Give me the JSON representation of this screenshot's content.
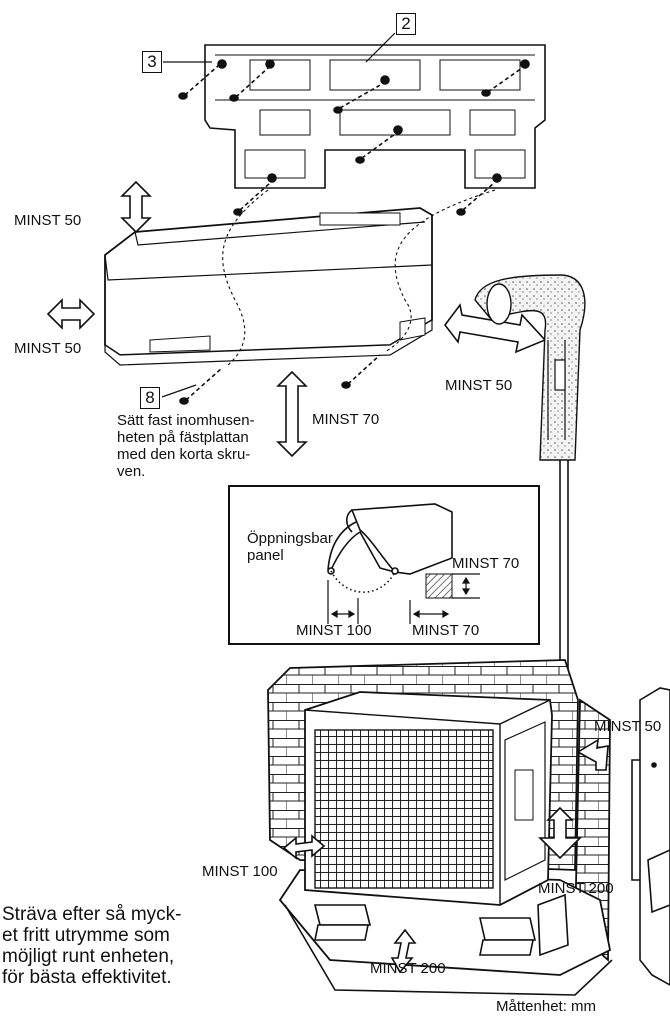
{
  "callouts": {
    "wall_plate": "2",
    "screws": "3",
    "short_screw": "8"
  },
  "clearances": {
    "top": "MINST 50",
    "left": "MINST 50",
    "right_pipe": "MINST 50",
    "below": "MINST 70",
    "panel_right": "MINST 70",
    "panel_bottom_left": "MINST 100",
    "panel_bottom_right": "MINST 70",
    "outdoor_top_right": "MINST 50",
    "outdoor_left": "MINST 100",
    "outdoor_right": "MINST 200",
    "outdoor_front": "MINST 200"
  },
  "labels": {
    "opening_panel": "Öppningsbar\npanel",
    "mount_instruction": "Sätt fast inomhusen-\nheten på fästplattan\nmed den korta skru-\nven.",
    "efficiency_note": "Sträva efter så myck-\net fritt utrymme som\nmöjligt runt enheten,\nför bästa effektivitet.",
    "unit_note": "Måttenhet: mm"
  }
}
